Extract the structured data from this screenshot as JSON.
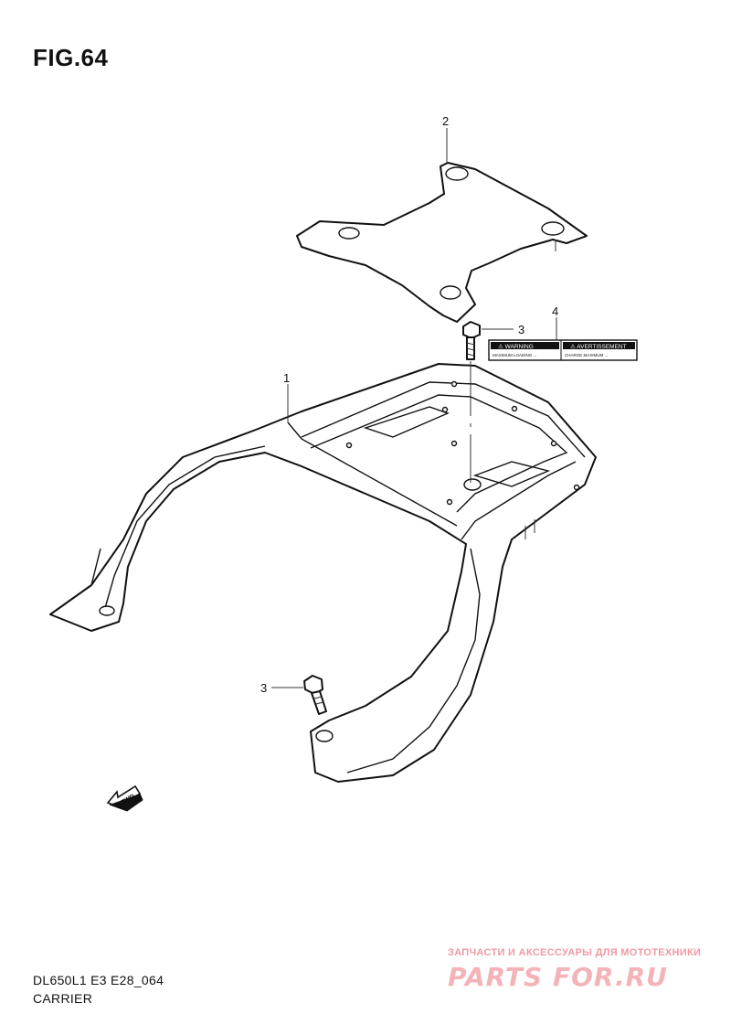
{
  "figure": {
    "title": "FIG.64",
    "model_code": "DL650L1 E3 E28_064",
    "section_name": "CARRIER"
  },
  "callouts": {
    "carrier": "1",
    "base_plate": "2",
    "bolt_upper": "3",
    "bolt_lower": "3",
    "label": "4"
  },
  "label_plate": {
    "left_text": "⚠ WARNING",
    "right_text": "⚠ AVERTISSEMENT",
    "left_small": "MAXIMUM LOADING ...",
    "right_small": "CHARGE MAXIMUM ..."
  },
  "fwd_arrow": "FWD",
  "watermark": {
    "tagline": "ЗАПЧАСТИ И АКСЕССУАРЫ ДЛЯ МОТОТЕХНИКИ",
    "logo": "PARTS FOR.RU"
  }
}
